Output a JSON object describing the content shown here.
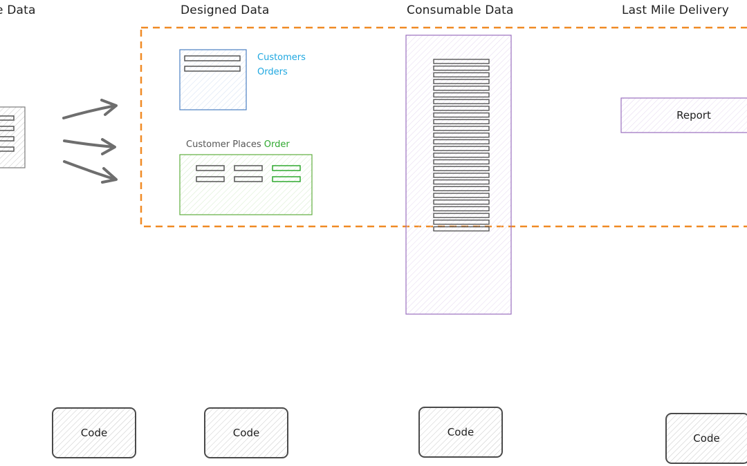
{
  "columns": [
    {
      "title": "e Data"
    },
    {
      "title": "Designed Data"
    },
    {
      "title": "Consumable Data"
    },
    {
      "title": "Last Mile Delivery"
    }
  ],
  "designed": {
    "entity_labels": [
      "Customers",
      "Orders"
    ],
    "relation_prefix": "Customer Places",
    "relation_highlight": "Order"
  },
  "delivery": {
    "report_label": "Report"
  },
  "code_buttons": [
    {
      "label": "Code"
    },
    {
      "label": "Code"
    },
    {
      "label": "Code"
    },
    {
      "label": "Code"
    }
  ],
  "colors": {
    "ink": "#5a5a5a",
    "orange_dashed": "#f08a24",
    "blue": "#4a7fc1",
    "blue_text": "#1ea7e0",
    "green": "#5fae3e",
    "green_text": "#2fa82f",
    "purple": "#9a6fbf",
    "arrow": "#6e6e6e"
  },
  "consumable_table": {
    "row_count": 26
  }
}
